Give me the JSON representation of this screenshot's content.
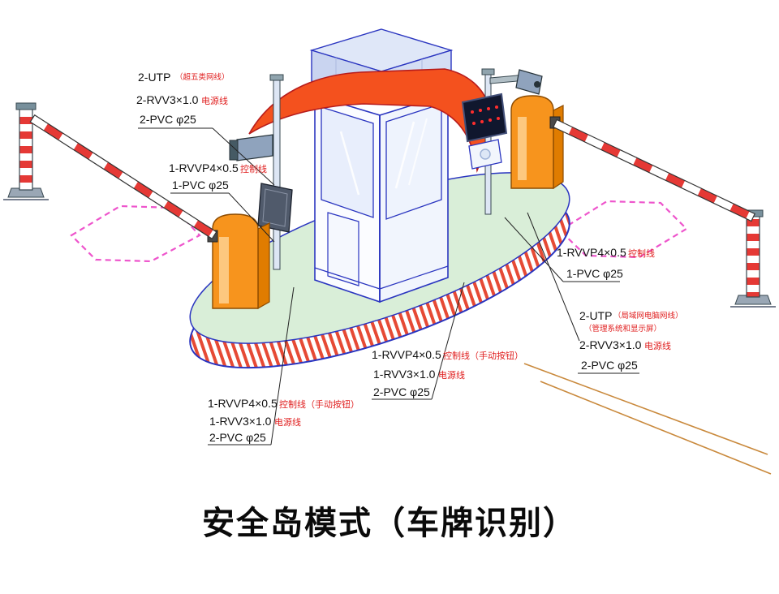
{
  "title": "安全岛模式（车牌识别）",
  "colors": {
    "canopy_orange": "#f4511e",
    "cabinet_orange": "#f7941d",
    "island_green": "#d9eed8",
    "outline_blue": "#2a35c0",
    "stripe_red": "#e53935",
    "loop_pink": "#ee55cc",
    "note_red": "#e01f1f"
  },
  "annotations": {
    "top_left": {
      "l1": "2-UTP",
      "l1_note": "（超五类网线）",
      "l2": "2-RVV3×1.0",
      "l2_note": "电源线",
      "l3": "2-PVC φ25"
    },
    "left_mid": {
      "l1": "1-RVVP4×0.5",
      "l1_note": "控制线",
      "l2": "1-PVC φ25"
    },
    "left_bottom": {
      "l1": "1-RVVP4×0.5",
      "l1_note": "控制线（手动按钮）",
      "l2": "1-RVV3×1.0",
      "l2_note": "电源线",
      "l3": "2-PVC φ25"
    },
    "center_bottom": {
      "l1": "1-RVVP4×0.5",
      "l1_note": "控制线（手动按钮）",
      "l2": "1-RVV3×1.0",
      "l2_note": "电源线",
      "l3": "2-PVC φ25"
    },
    "right_mid": {
      "l1": "1-RVVP4×0.5",
      "l1_note": "控制线",
      "l2": "1-PVC φ25"
    },
    "bottom_right": {
      "l1": "2-UTP",
      "l1_note": "（局域网电脑网线）",
      "l1_note2": "（管理系统和显示屏）",
      "l2": "2-RVV3×1.0",
      "l2_note": "电源线",
      "l3": "2-PVC φ25"
    }
  }
}
